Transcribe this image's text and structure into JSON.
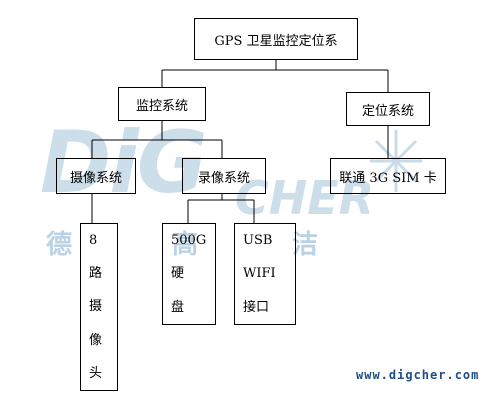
{
  "watermark": {
    "logo_big": "DiG",
    "logo_small": "CHER",
    "cn_chars": [
      "德",
      "高",
      "洁"
    ],
    "url": "www.digcher.com"
  },
  "diagram": {
    "root": "GPS 卫星监控定位系",
    "monitoring": "监控系统",
    "positioning": "定位系统",
    "camera_system": "摄像系统",
    "recording_system": "录像系统",
    "sim_card": "联通 3G SIM 卡",
    "camera_8": [
      "8",
      "路",
      "摄",
      "像",
      "头"
    ],
    "hard_disk": [
      "500G",
      "硬",
      "盘"
    ],
    "usb_wifi": [
      "USB",
      "WIFI",
      "接口"
    ]
  },
  "colors": {
    "line": "#000000",
    "watermark": "#bcd3e4",
    "url": "#1f4e86"
  }
}
